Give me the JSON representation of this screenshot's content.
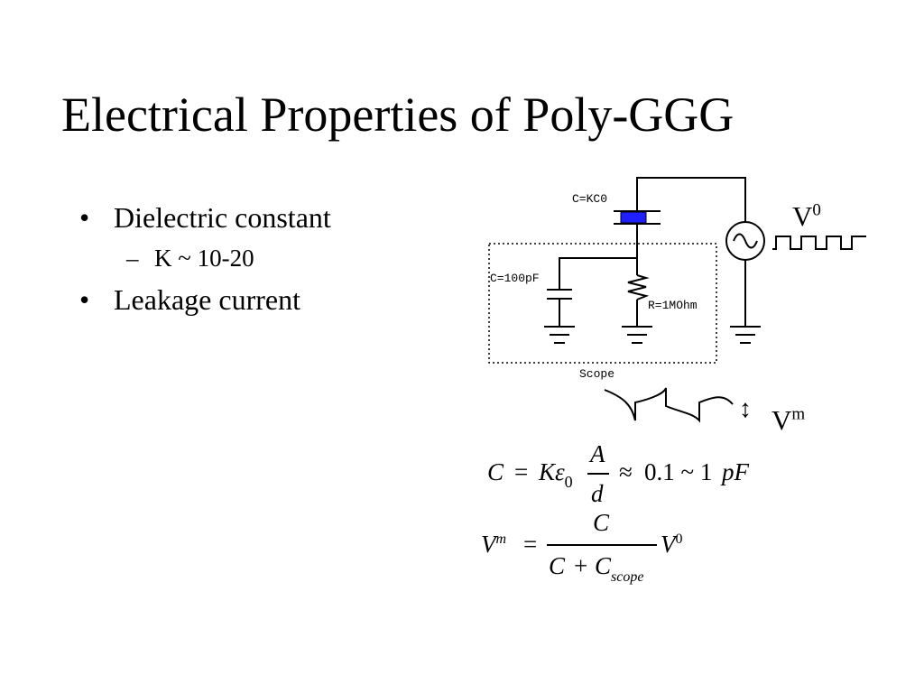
{
  "slide": {
    "title": "Electrical Properties of Poly-GGG",
    "bullets": [
      {
        "mark": "•",
        "text": "Dielectric constant"
      },
      {
        "mark": "–",
        "text": "K ~ 10-20"
      },
      {
        "mark": "•",
        "text": "Leakage current"
      }
    ]
  },
  "circuit": {
    "capacitor_label": "C=KC0",
    "scope_capacitor_label": "C=100pF",
    "resistor_label": "R=1MOhm",
    "scope_label": "Scope",
    "source_voltage_base": "V",
    "source_voltage_sup": "0",
    "measured_voltage_base": "V",
    "measured_voltage_sup": "m",
    "arrow_symbol": "↕",
    "capacitor_color": "#2020ff"
  },
  "equations": {
    "eq1": {
      "lhs": "C",
      "equals": "=",
      "k": "K",
      "epsilon": "ε",
      "epsilon_sub": "0",
      "numerator": "A",
      "denominator": "d",
      "approx": "≈",
      "value": "0.1 ~ 1",
      "unit": "pF"
    },
    "eq2": {
      "lhs": "V",
      "lhs_sup": "m",
      "equals": "=",
      "numerator": "C",
      "denominator_c": "C",
      "plus": "+",
      "denominator_cs": "C",
      "denominator_sub": "scope",
      "rhs": "V",
      "rhs_sup": "0"
    }
  }
}
